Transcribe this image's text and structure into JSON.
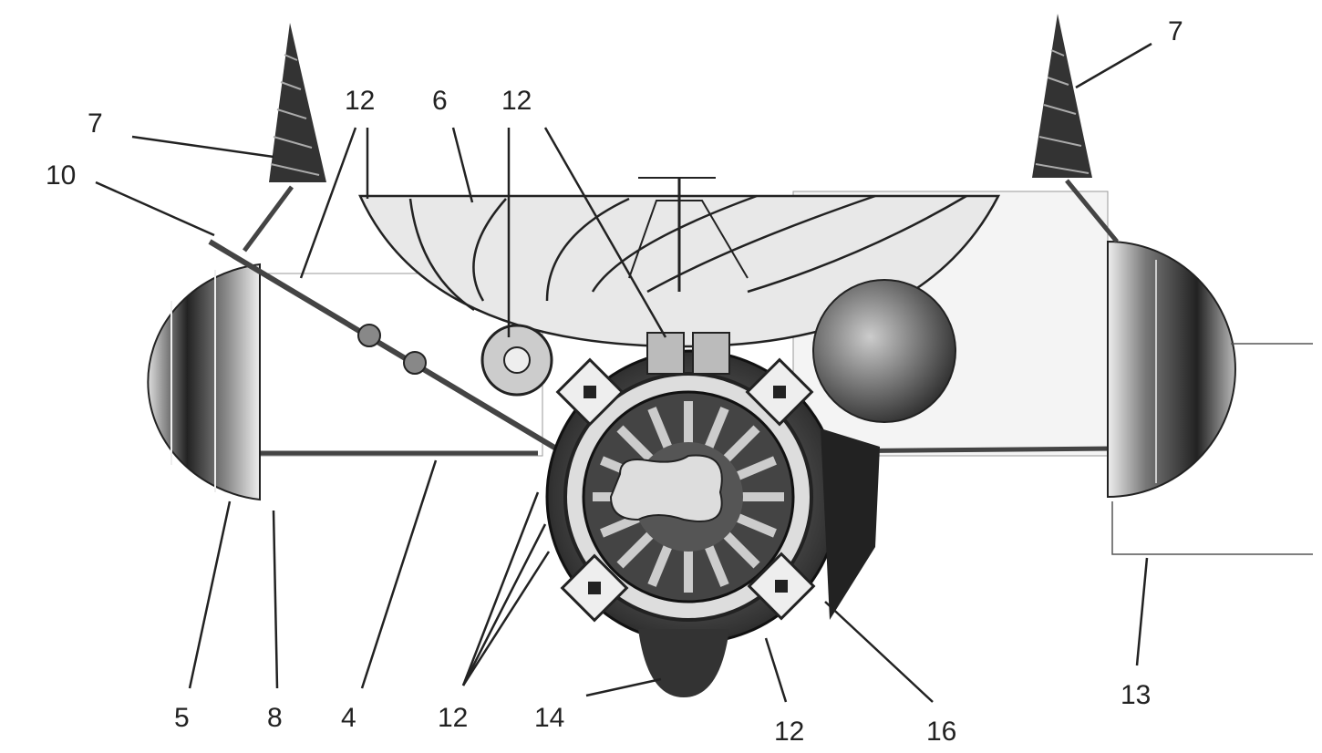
{
  "labels": {
    "top_left_7": "7",
    "left_10": "10",
    "top_12_a": "12",
    "top_6": "6",
    "top_12_b": "12",
    "top_right_7": "7",
    "bottom_5": "5",
    "bottom_8": "8",
    "bottom_4": "4",
    "bottom_12_a": "12",
    "bottom_14": "14",
    "bottom_12_b": "12",
    "bottom_16": "16",
    "right_13": "13"
  }
}
